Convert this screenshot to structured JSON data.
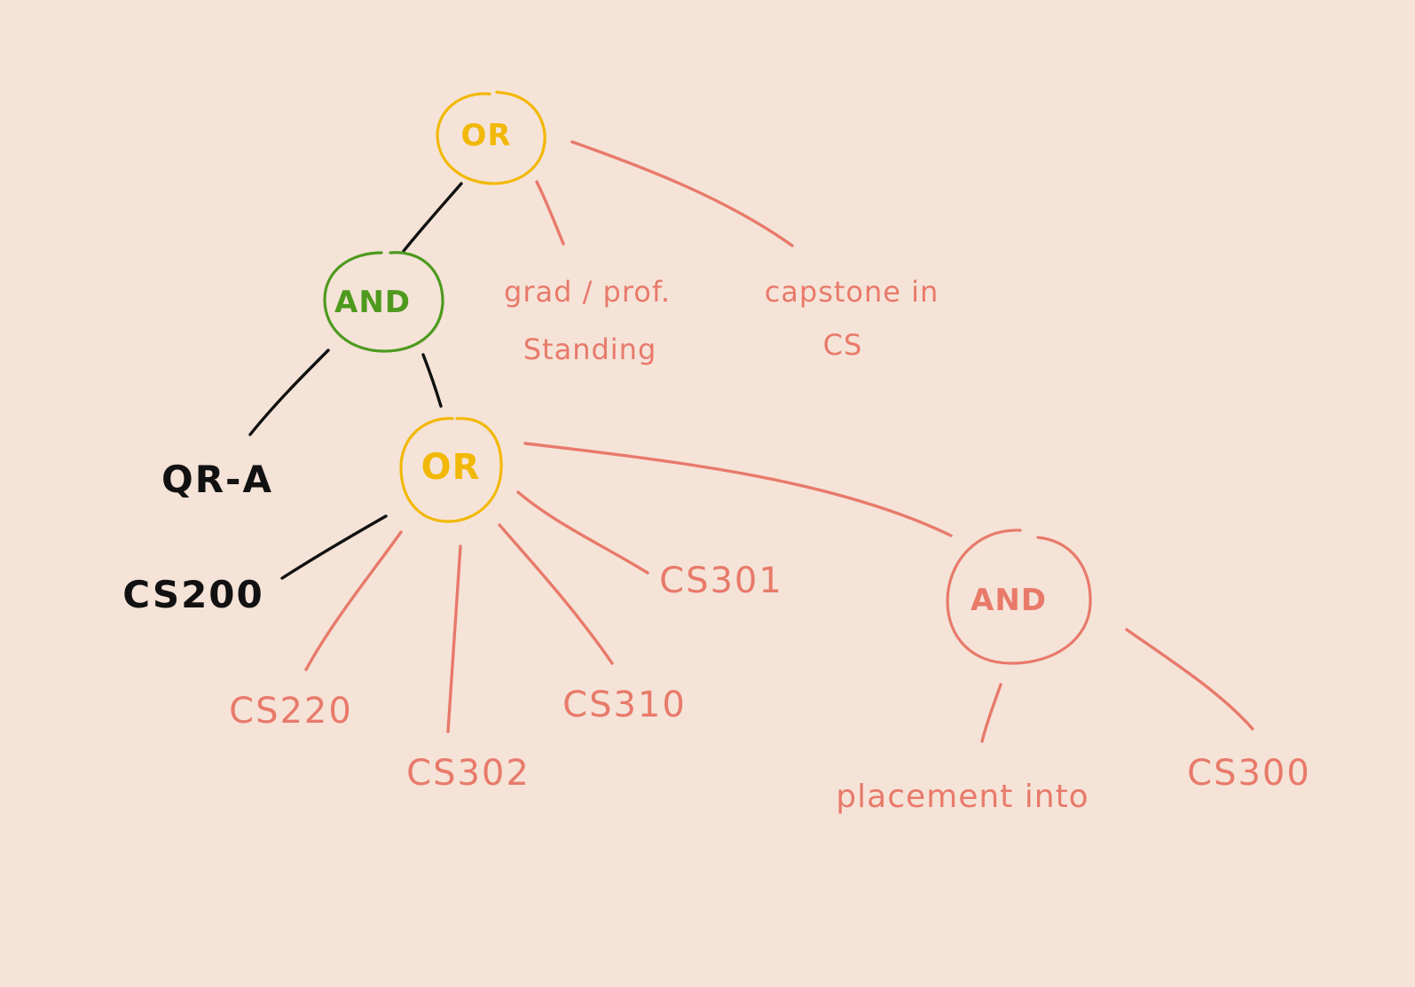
{
  "colors": {
    "background": "#F5E3D8",
    "or_node": "#F2B807",
    "and_node_root": "#4E9A1E",
    "and_node_sub": "#E87A6A",
    "salmon": "#E87A6A",
    "black": "#111111"
  },
  "nodes": {
    "or_root": "OR",
    "and_left": "AND",
    "or_middle": "OR",
    "and_right": "AND"
  },
  "leaves": {
    "grad_standing_line1": "grad / prof.",
    "grad_standing_line2": "Standing",
    "capstone_line1": "capstone in",
    "capstone_line2": "CS",
    "qr_a": "QR-A",
    "cs200": "CS200",
    "cs301": "CS301",
    "cs220": "CS220",
    "cs302": "CS302",
    "cs310": "CS310",
    "placement": "placement into",
    "cs300": "CS300"
  }
}
